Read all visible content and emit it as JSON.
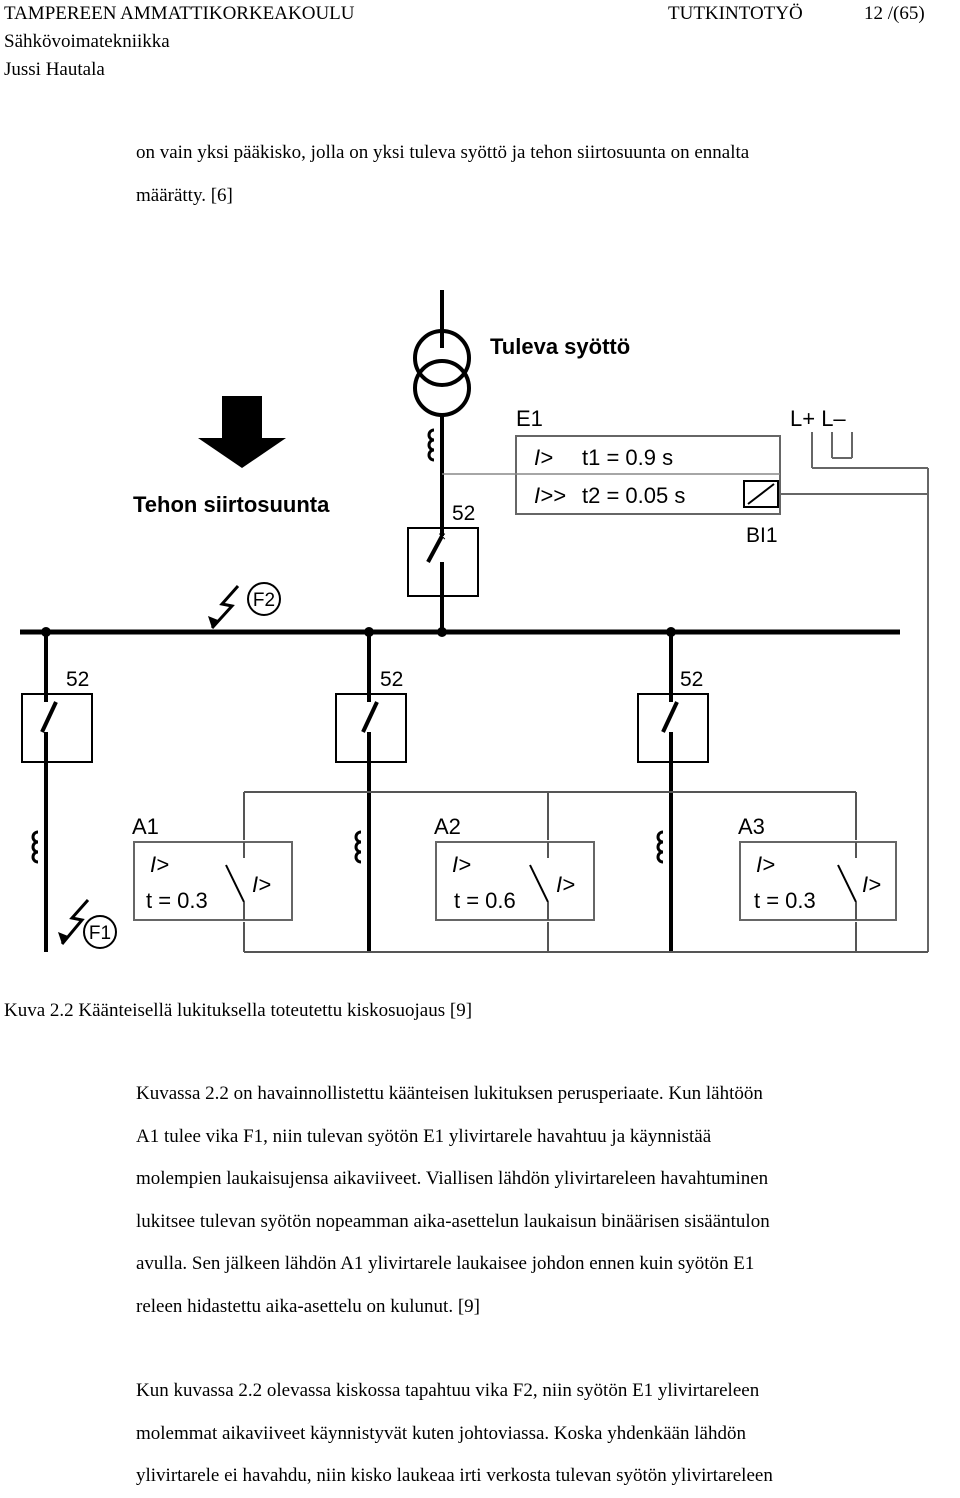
{
  "header": {
    "institution": "TAMPEREEN AMMATTIKORKEAKOULU",
    "department": "Sähkövoimatekniikka",
    "author": "Jussi Hautala",
    "doc_type": "TUTKINTOTYÖ",
    "page": "12 /(65)"
  },
  "intro": {
    "lines": [
      "on vain yksi pääkisko, jolla on yksi tuleva syöttö ja tehon siirtosuunta on ennalta",
      "määrätty. [6]"
    ]
  },
  "figure": {
    "incoming_label": "Tuleva syöttö",
    "power_direction_label": "Tehon siirtosuunta",
    "e1": {
      "name": "E1",
      "row1_func": "I>",
      "row1_setting": "t1 = 0.9 s",
      "row2_func": "I>>",
      "row2_setting": "t2 = 0.05 s",
      "binary_input": "BI1",
      "supply": "L+ L–"
    },
    "breakers": [
      "52",
      "52",
      "52",
      "52"
    ],
    "fault_f2": "F2",
    "fault_f1": "F1",
    "relays": [
      {
        "name": "A1",
        "func": "I>",
        "time": "t = 0.3",
        "out": "I>"
      },
      {
        "name": "A2",
        "func": "I>",
        "time": "t = 0.6",
        "out": "I>"
      },
      {
        "name": "A3",
        "func": "I>",
        "time": "t = 0.3",
        "out": "I>"
      }
    ]
  },
  "caption": "Kuva 2.2 Käänteisellä lukituksella toteutettu kiskosuojaus [9]",
  "para1": {
    "lines": [
      "Kuvassa 2.2 on havainnollistettu käänteisen lukituksen perusperiaate. Kun lähtöön",
      "A1 tulee vika F1, niin tulevan syötön E1 ylivirtarele havahtuu ja käynnistää",
      "molempien laukaisujensa aikaviiveet. Viallisen lähdön ylivirtareleen havahtuminen",
      "lukitsee tulevan syötön nopeamman aika-asettelun laukaisun binäärisen sisääntulon",
      "avulla. Sen jälkeen lähdön A1 ylivirtarele laukaisee johdon ennen kuin syötön E1",
      "releen hidastettu aika-asettelu on kulunut. [9]"
    ]
  },
  "para2": {
    "lines": [
      "Kun kuvassa 2.2 olevassa kiskossa tapahtuu vika F2, niin syötön E1 ylivirtareleen",
      "molemmat aikaviiveet käynnistyvät kuten johtoviassa. Koska yhdenkään lähdön",
      "ylivirtarele ei havahdu, niin kisko laukeaa irti verkosta tulevan syötön ylivirtareleen"
    ]
  }
}
